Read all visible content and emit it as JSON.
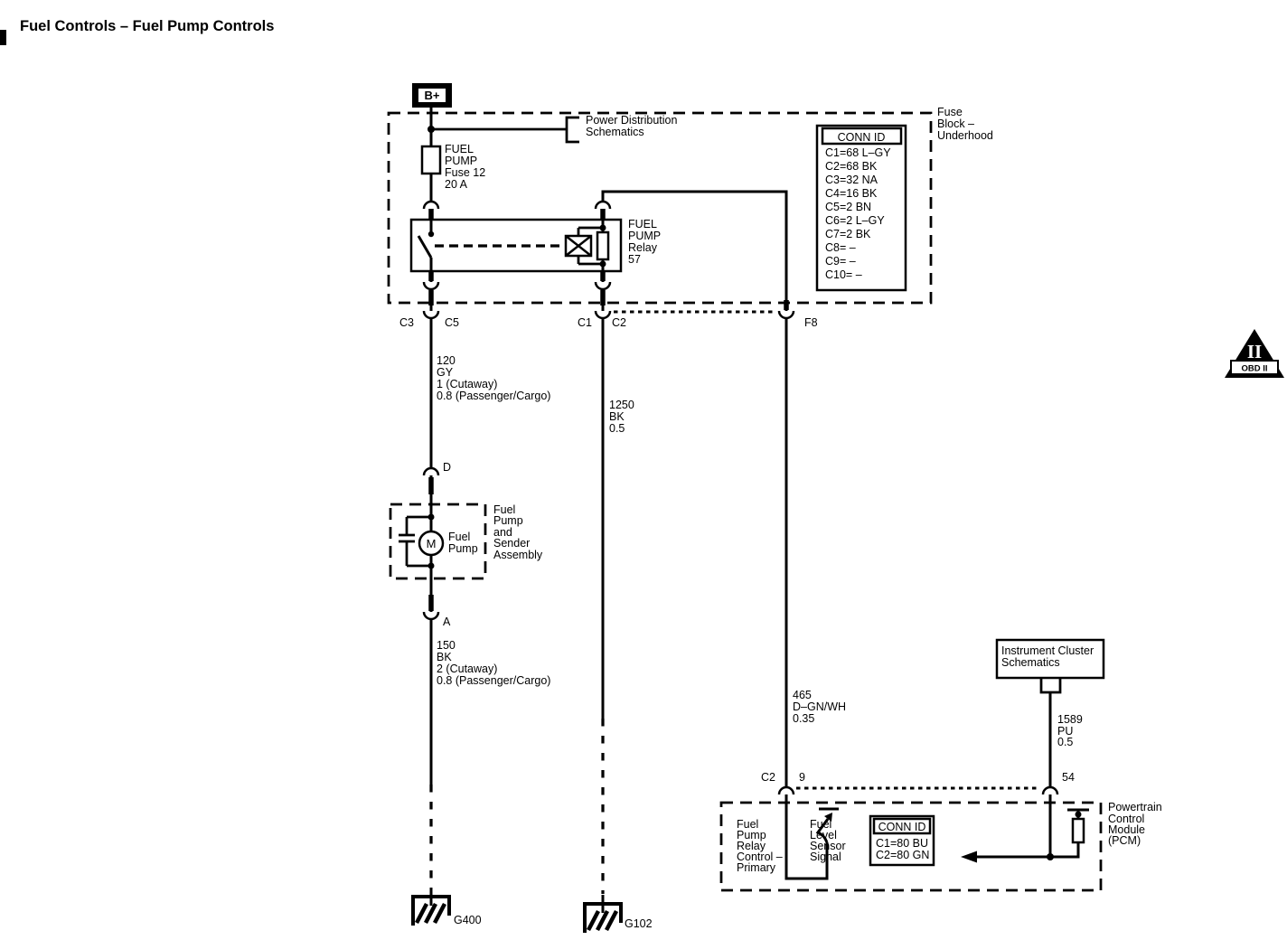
{
  "title": "Fuel Controls – Fuel Pump Controls",
  "battery": {
    "label": "B+"
  },
  "power_distribution": {
    "lines": [
      "Power Distribution",
      "Schematics"
    ]
  },
  "fuse_block": {
    "label_lines": [
      "Fuse",
      "Block –",
      "Underhood"
    ]
  },
  "fuse": {
    "lines": [
      "FUEL",
      "PUMP",
      "Fuse 12",
      "20 A"
    ]
  },
  "relay": {
    "lines": [
      "FUEL",
      "PUMP",
      "Relay",
      "57"
    ]
  },
  "conn_id_underhood": {
    "header": "CONN ID",
    "rows": [
      "C1=68 L–GY",
      "C2=68 BK",
      "C3=32 NA",
      "C4=16 BK",
      "C5=2 BN",
      "C6=2 L–GY",
      "C7=2 BK",
      "C8= –",
      "C9= –",
      "C10= –"
    ]
  },
  "pins": {
    "c3": "C3",
    "c5": "C5",
    "c1": "C1",
    "c2": "C2",
    "f8": "F8",
    "d": "D",
    "a": "A",
    "pcm_c2": "C2",
    "pcm_9": "9",
    "pcm_54": "54"
  },
  "wire_120": {
    "lines": [
      "120",
      "GY",
      "1 (Cutaway)",
      "0.8 (Passenger/Cargo)"
    ]
  },
  "wire_1250": {
    "lines": [
      "1250",
      "BK",
      "0.5"
    ]
  },
  "wire_150": {
    "lines": [
      "150",
      "BK",
      "2 (Cutaway)",
      "0.8 (Passenger/Cargo)"
    ]
  },
  "wire_465": {
    "lines": [
      "465",
      "D–GN/WH",
      "0.35"
    ]
  },
  "wire_1589": {
    "lines": [
      "1589",
      "PU",
      "0.5"
    ]
  },
  "pump_assembly": {
    "label_lines": [
      "Fuel",
      "Pump",
      "and",
      "Sender",
      "Assembly"
    ],
    "motor": "M",
    "pump_lines": [
      "Fuel",
      "Pump"
    ]
  },
  "instrument_cluster": {
    "lines": [
      "Instrument Cluster",
      "Schematics"
    ]
  },
  "pcm": {
    "label_lines": [
      "Powertrain",
      "Control",
      "Module",
      "(PCM)"
    ],
    "relay_control_lines": [
      "Fuel",
      "Pump",
      "Relay",
      "Control –",
      "Primary"
    ],
    "level_sensor_lines": [
      "Fuel",
      "Level",
      "Sensor",
      "Signal"
    ],
    "conn_id": {
      "header": "CONN ID",
      "rows": [
        "C1=80 BU",
        "C2=80 GN"
      ]
    }
  },
  "grounds": {
    "g400": "G400",
    "g102": "G102"
  },
  "obd": {
    "numeral": "II",
    "label": "OBD II"
  }
}
